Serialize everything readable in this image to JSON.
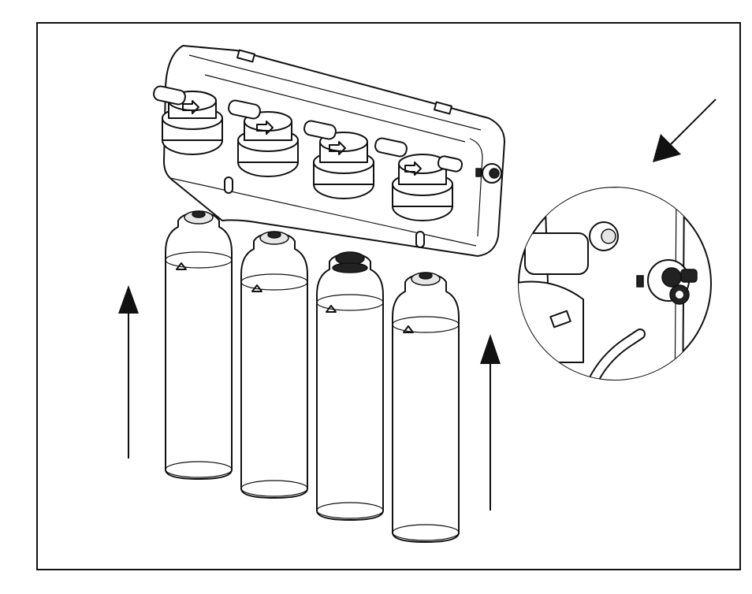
{
  "figure": {
    "frame_color": "#111111",
    "background": "#ffffff",
    "filter_count": 4,
    "filter_heads_count": 4,
    "has_detail_circle": true,
    "arrows": [
      {
        "id": "insert-left",
        "direction": "up"
      },
      {
        "id": "insert-right",
        "direction": "up"
      },
      {
        "id": "detail-pointer",
        "direction": "down-left"
      }
    ],
    "icons": [
      "flow-arrow-icon",
      "alignment-triangle-icon",
      "fitting-icon"
    ]
  }
}
